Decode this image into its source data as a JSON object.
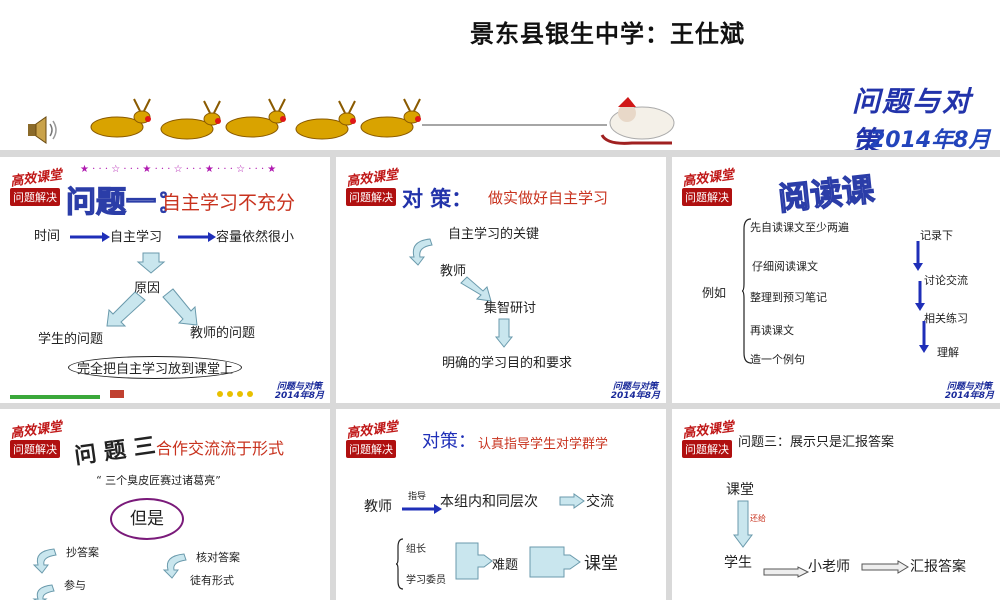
{
  "header": {
    "author": "景东县银生中学：王仕斌",
    "brand_title": "问题与对策",
    "brand_date": "2014年8月"
  },
  "logo": {
    "line1": "高效课堂",
    "line2": "问题解决"
  },
  "mini_footer": {
    "title": "问题与对策",
    "date": "2014年8月"
  },
  "slides": {
    "s1": {
      "label": "问题一：",
      "title": "自主学习不充分",
      "time": "时间",
      "self_study": "自主学习",
      "volume": "容量依然很小",
      "cause": "原因",
      "student_issue": "学生的问题",
      "teacher_issue": "教师的问题",
      "conclusion": "完全把自主学习放到课堂上"
    },
    "s2": {
      "label": "对 策：",
      "title": "做实做好自主学习",
      "key": "自主学习的关键",
      "teacher": "教师",
      "collective": "集智研讨",
      "goal": "明确的学习目的和要求"
    },
    "s3": {
      "title": "阅读课",
      "example": "例如",
      "items": [
        "先自读课文至少两遍",
        "仔细阅读课文",
        "整理到预习笔记",
        "再读课文",
        "造一个例句"
      ],
      "right": [
        "记录下",
        "讨论交流",
        "相关练习",
        "理解"
      ]
    },
    "s4": {
      "label": "问 题 三",
      "title": "合作交流流于形式",
      "quote": "“ 三个臭皮匠赛过诸葛亮”",
      "but": "但是",
      "copy": "抄答案",
      "join": "参与",
      "check": "核对答案",
      "form": "徒有形式"
    },
    "s5": {
      "label": "对策：",
      "title": "认真指导学生对学群学",
      "teacher": "教师",
      "guide": "指导",
      "groups": "本组内和同层次",
      "exchange": "交流",
      "leader": "组长",
      "committee": "学习委员",
      "difficulty": "难题",
      "classroom": "课堂"
    },
    "s6": {
      "title": "问题三：展示只是汇报答案",
      "classroom": "课堂",
      "return": "还给",
      "student": "学生",
      "little_teacher": "小老师",
      "report": "汇报答案"
    }
  },
  "colors": {
    "blue": "#1f2fb8",
    "red": "#c8321e",
    "purple": "#7a1a7a",
    "arrow_fill": "#c9e6ee",
    "arrow_stroke": "#6a9aac"
  }
}
